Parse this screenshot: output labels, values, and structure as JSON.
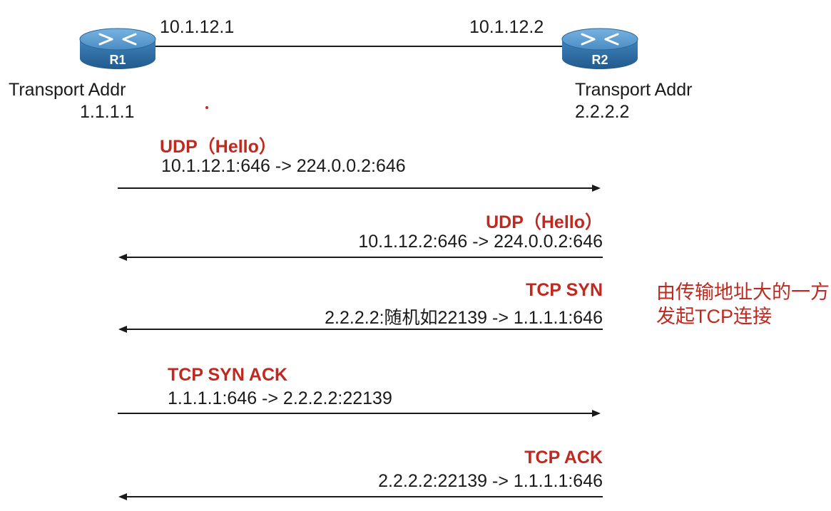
{
  "routers": {
    "r1": {
      "label": "R1",
      "interface_ip": "10.1.12.1",
      "transport_label": "Transport Addr",
      "transport_addr": "1.1.1.1"
    },
    "r2": {
      "label": "R2",
      "interface_ip": "10.1.12.2",
      "transport_label": "Transport Addr",
      "transport_addr": "2.2.2.2"
    }
  },
  "messages": [
    {
      "title": "UDP（Hello）",
      "detail": "10.1.12.1:646 -> 224.0.0.2:646",
      "direction": "r1-to-r2"
    },
    {
      "title": "UDP（Hello）",
      "detail": "10.1.12.2:646 -> 224.0.0.2:646",
      "direction": "r2-to-r1"
    },
    {
      "title": "TCP SYN",
      "detail": "2.2.2.2:随机如22139 -> 1.1.1.1:646",
      "direction": "r2-to-r1"
    },
    {
      "title": "TCP SYN ACK",
      "detail": "1.1.1.1:646 -> 2.2.2.2:22139",
      "direction": "r1-to-r2"
    },
    {
      "title": "TCP ACK",
      "detail": "2.2.2.2:22139 -> 1.1.1.1:646",
      "direction": "r2-to-r1"
    }
  ],
  "note": "由传输地址大的一方发起TCP连接",
  "colors": {
    "accent": "#c0291f",
    "router_body": "#2f6fa7",
    "router_top": "#5b9bd0",
    "line": "#1a1a1a"
  }
}
